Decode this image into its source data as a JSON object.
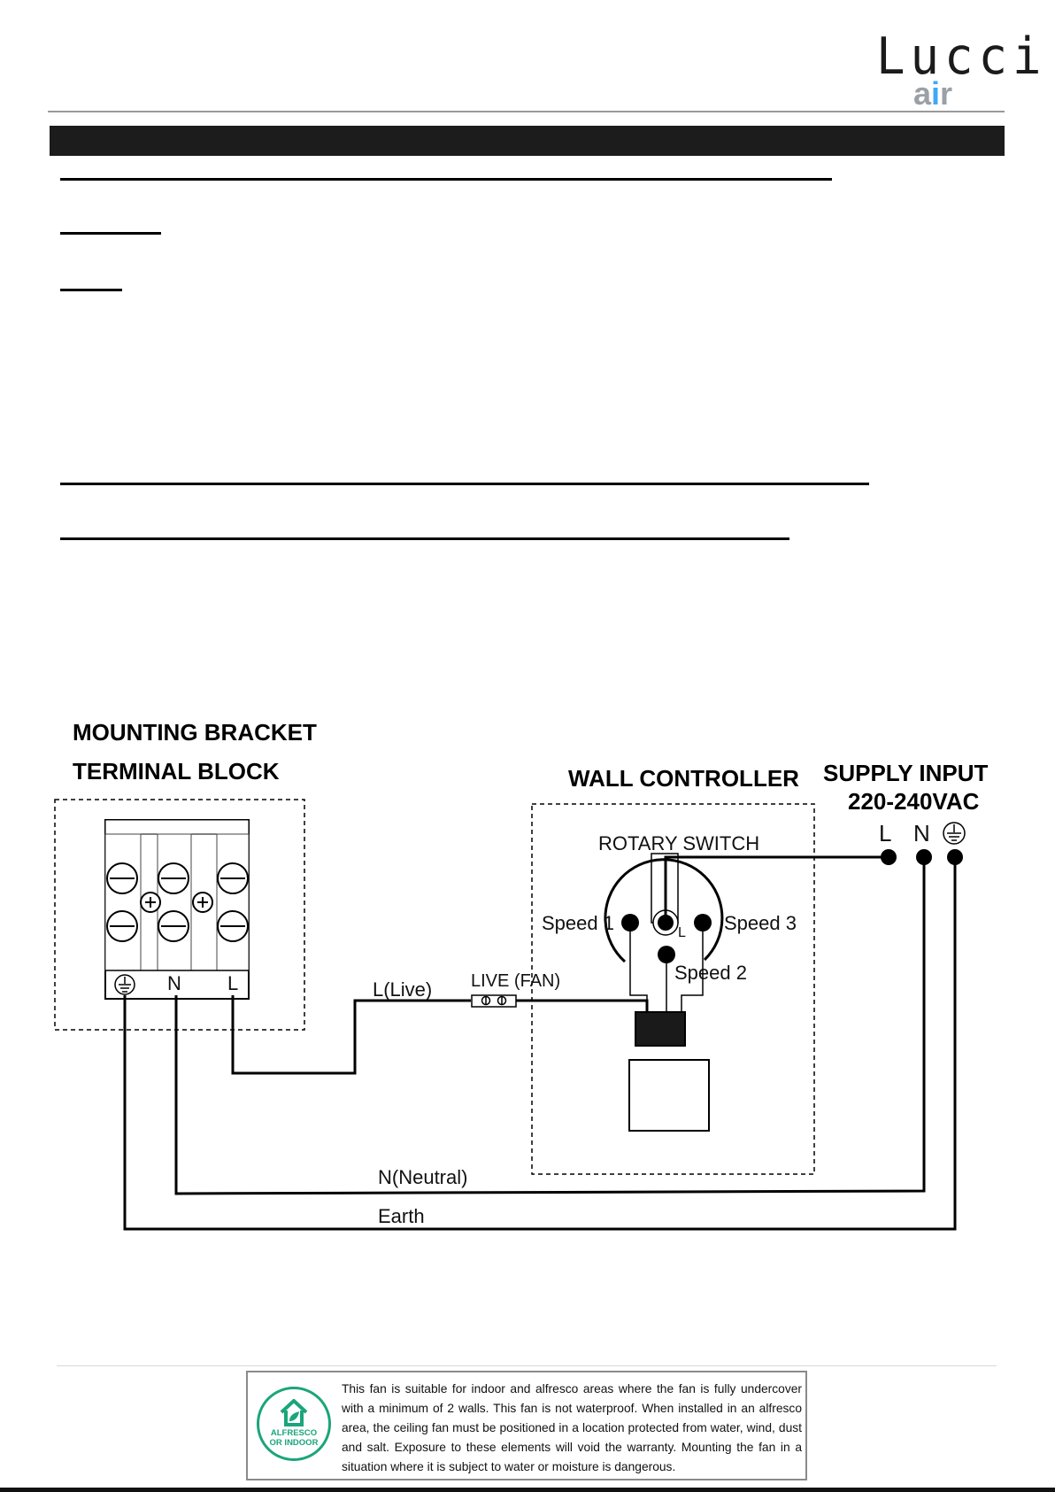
{
  "header": {
    "logo_brand": "Lucci",
    "logo_sub_a": "a",
    "logo_sub_i": "i",
    "logo_sub_r": "r"
  },
  "diagram": {
    "bracket_title_line1": "MOUNTING BRACKET",
    "bracket_title_line2": "TERMINAL BLOCK",
    "bracket_label_n": "N",
    "bracket_label_l": "L",
    "controller_title": "WALL CONTROLLER",
    "supply_title_line1": "SUPPLY INPUT",
    "supply_title_line2": "220-240VAC",
    "supply_label_l": "L",
    "supply_label_n": "N",
    "rotary_switch": "ROTARY SWITCH",
    "speed1": "Speed 1",
    "speed2": "Speed 2",
    "speed3": "Speed 3",
    "switch_l": "L",
    "live_fan": "LIVE (FAN)",
    "live_wire": "L(Live)",
    "neutral_wire": "N(Neutral)",
    "earth_wire": "Earth"
  },
  "footer": {
    "badge_line1": "ALFRESCO",
    "badge_line2": "OR INDOOR",
    "notice": "This fan is suitable for indoor and alfresco areas where the fan is fully undercover with a minimum of 2 walls. This fan is not waterproof. When installed in an alfresco area, the ceiling fan must be positioned in a location protected from water, wind, dust and salt. Exposure to these elements will void the warranty. Mounting the fan in a situation where it is subject to water or moisture is dangerous."
  }
}
